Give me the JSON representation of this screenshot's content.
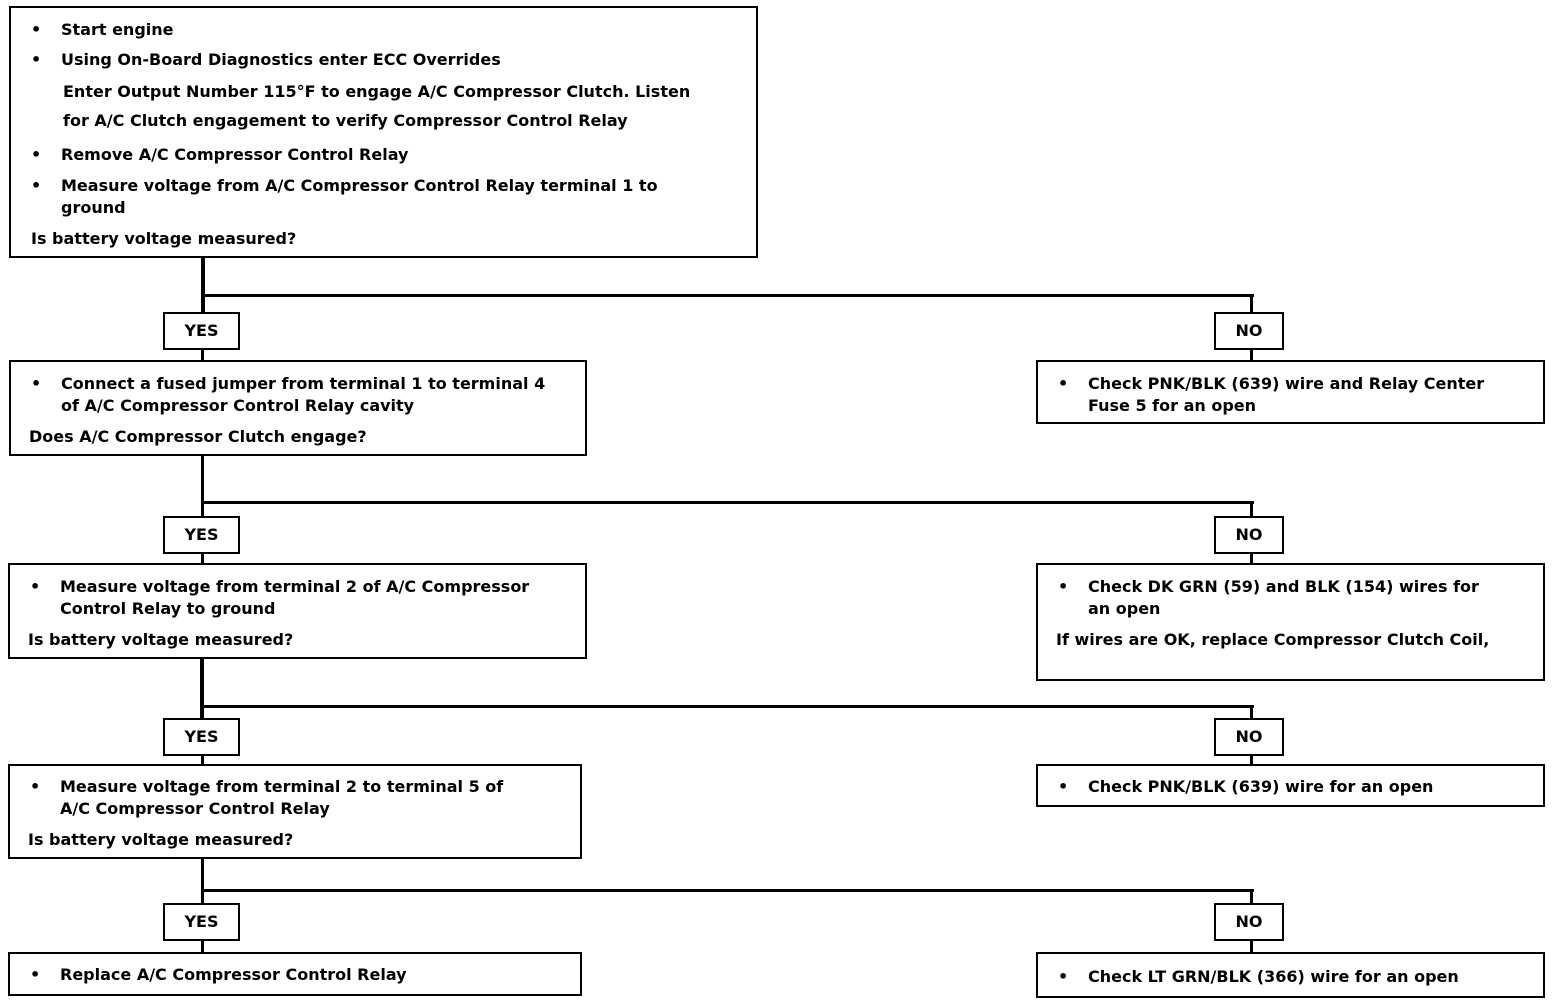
{
  "labels": {
    "yes": "YES",
    "no": "NO"
  },
  "bullet": "•",
  "step1": {
    "b1": "Start engine",
    "b2": "Using On-Board Diagnostics  enter ECC Overrides",
    "b2_l2": "Enter Output Number 115°F to engage A/C Compressor Clutch.  Listen",
    "b2_l3": "for A/C Clutch engagement to verify Compressor Control Relay",
    "b3": "Remove A/C Compressor Control Relay",
    "b4_l1": "Measure voltage from A/C Compressor Control Relay terminal 1 to",
    "b4_l2": "ground",
    "question": "Is battery voltage measured?"
  },
  "step2": {
    "b1_l1": "Connect a fused jumper from terminal 1 to terminal 4",
    "b1_l2": "of A/C Compressor Control Relay cavity",
    "question": "Does A/C Compressor Clutch engage?"
  },
  "no1": {
    "b1_l1": "Check PNK/BLK (639) wire and Relay Center",
    "b1_l2": "Fuse 5 for an open"
  },
  "step3": {
    "b1_l1": "Measure voltage from terminal 2 of A/C Compressor",
    "b1_l2": "Control Relay to ground",
    "question": "Is battery voltage measured?"
  },
  "no2": {
    "b1_l1": "Check DK GRN (59) and BLK (154) wires for",
    "b1_l2": "an open",
    "note": "If wires are OK, replace Compressor Clutch Coil,"
  },
  "step4": {
    "b1_l1": "Measure voltage from terminal 2 to terminal 5 of",
    "b1_l2": "A/C Compressor Control Relay",
    "question": "Is battery voltage measured?"
  },
  "no3": {
    "b1": "Check PNK/BLK (639) wire for an open"
  },
  "step5": {
    "b1": "Replace A/C Compressor Control Relay"
  },
  "no4": {
    "b1": "Check LT GRN/BLK (366) wire for an open"
  }
}
